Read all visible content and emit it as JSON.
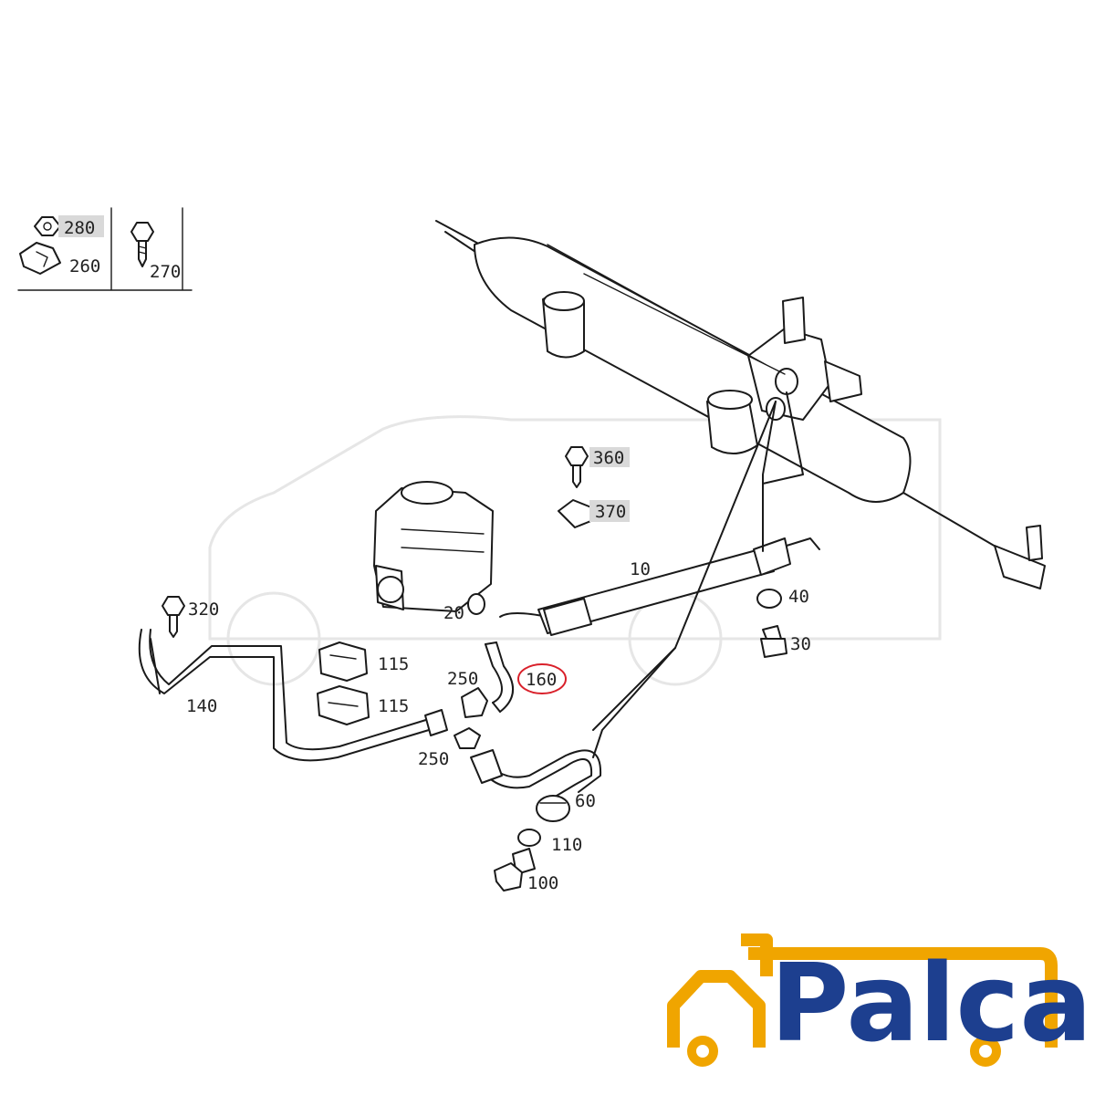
{
  "diagram": {
    "labels": {
      "p10": "10",
      "p20": "20",
      "p30": "30",
      "p40": "40",
      "p60": "60",
      "p100": "100",
      "p110": "110",
      "p115a": "115",
      "p115b": "115",
      "p140": "140",
      "p160": "160",
      "p250a": "250",
      "p250b": "250",
      "p260": "260",
      "p270": "270",
      "p280": "280",
      "p320": "320",
      "p360": "360",
      "p370": "370"
    },
    "highlighted_part": "160",
    "colors": {
      "line": "#1a1a1a",
      "highlight_ring": "#d9202a",
      "label_shade": "#d9d9d9",
      "logo_blue": "#1d3f8f",
      "logo_orange": "#f0a500"
    }
  },
  "logo": {
    "text": "Palca",
    "icon": "car-icon"
  }
}
